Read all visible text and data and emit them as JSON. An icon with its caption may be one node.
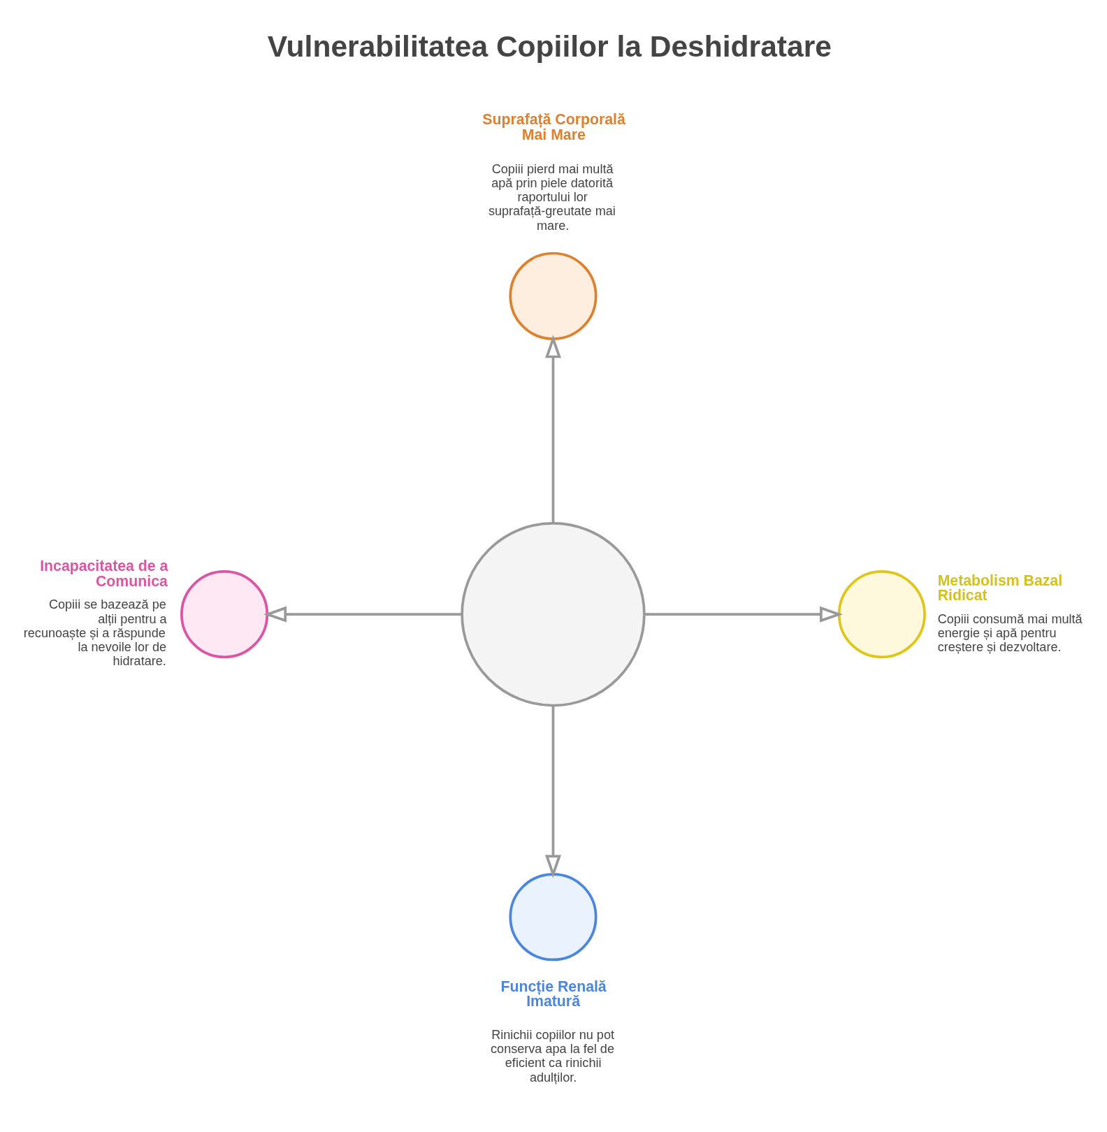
{
  "diagram": {
    "title": "Vulnerabilitatea Copiilor la Deshidratare",
    "nodes": [
      {
        "text": [],
        "shape": "circle",
        "beside": [
          "Suprafață Corporală Mai Mare",
          "Copiii pierd mai multă apă prin piele datorită raportului lor suprafață-greutate mai mare."
        ]
      },
      {
        "text": [],
        "shape": "circle",
        "beside": [
          "Incapacitatea de a Comunica",
          "Copiii se bazează pe alții pentru a recunoaște și a răspunde la nevoile lor de hidratare."
        ]
      },
      {
        "text": [],
        "shape": "circle"
      },
      {
        "text": [],
        "shape": "circle",
        "beside": [
          "Metabolism Bazal Ridicat",
          "Copiii consumă mai multă energie și apă pentru creștere și dezvoltare."
        ]
      },
      {
        "text": [],
        "shape": "circle",
        "beside": [
          "Funcție Renală Imatură",
          "Rinichii copiilor nu pot conserva apa la fel de eficient ca rinichii adulților."
        ]
      }
    ],
    "edges": [
      {
        "from": 2,
        "to": 0,
        "arrow": "to"
      },
      {
        "from": 2,
        "to": 1,
        "arrow": "to"
      },
      {
        "from": 2,
        "to": 3,
        "arrow": "to"
      },
      {
        "from": 2,
        "to": 4,
        "arrow": "to"
      }
    ]
  }
}
